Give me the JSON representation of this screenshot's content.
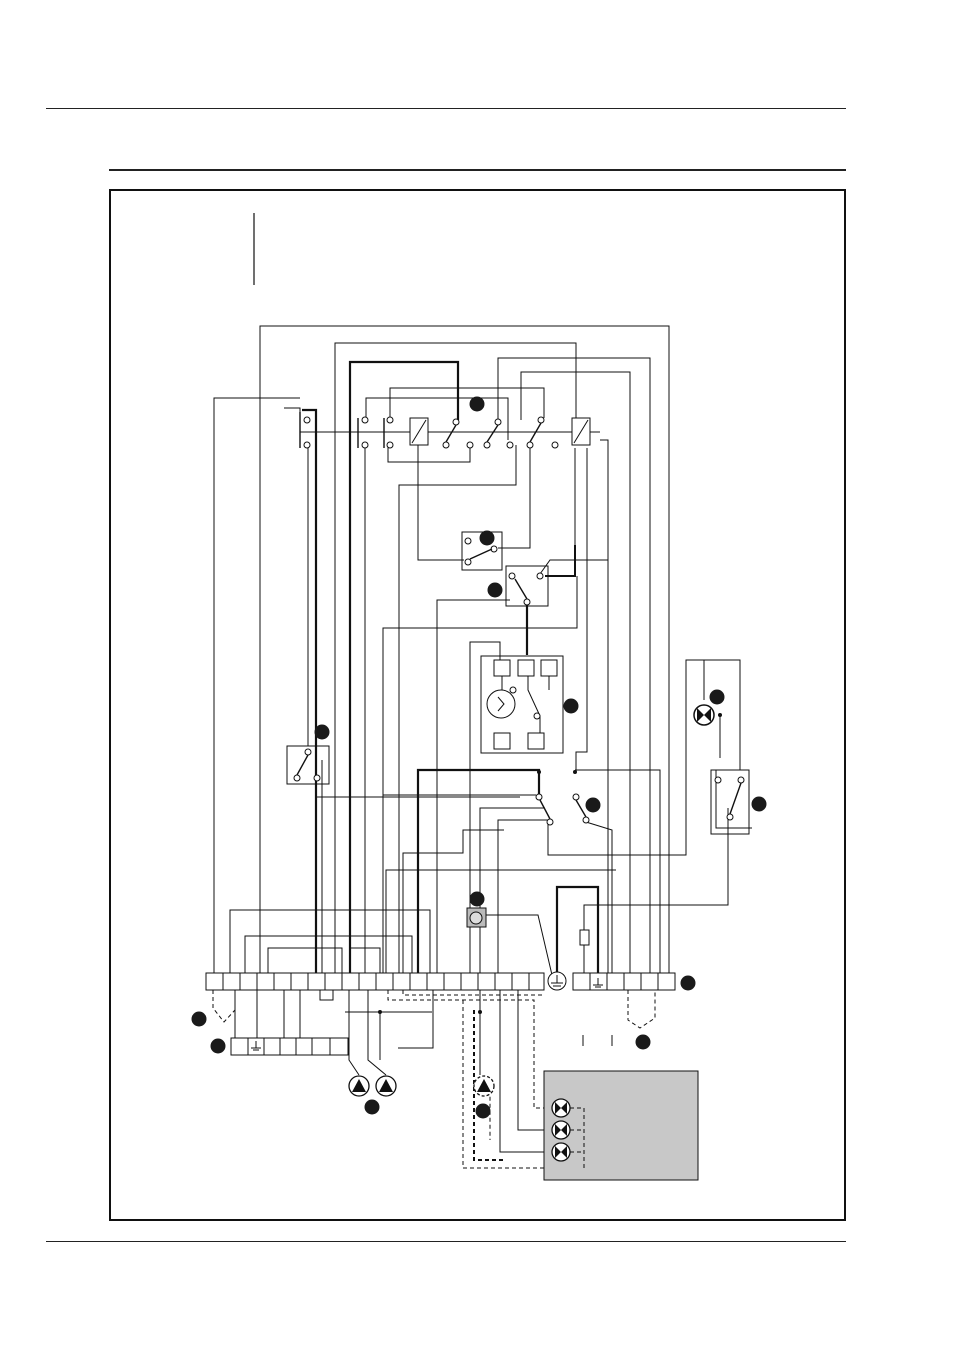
{
  "page": {
    "header_rule": "top",
    "section_rule": "section",
    "footer_rule": "bottom"
  },
  "figure": {
    "kind": "electrical wiring diagram",
    "panel_fill": "#c8c8c8",
    "wire_color": "#111111",
    "callout_color": "#1a1a1a",
    "callout_count": 15,
    "callouts": [
      "",
      "",
      "",
      "",
      "",
      "",
      "",
      "",
      "",
      "",
      "",
      "",
      "",
      "",
      ""
    ],
    "components": [
      "relay-bank-top",
      "changeover-switch-1",
      "changeover-switch-2",
      "programmer-timer",
      "room-thermostat-switch",
      "overheat-switch",
      "indicator-lamp",
      "right-switch",
      "sensor-pocket",
      "main-terminal-strip",
      "mains-terminal-strip",
      "earth-terminal-strip",
      "circulation-pumps",
      "boiler-pump",
      "remote-lamp-panel"
    ]
  }
}
